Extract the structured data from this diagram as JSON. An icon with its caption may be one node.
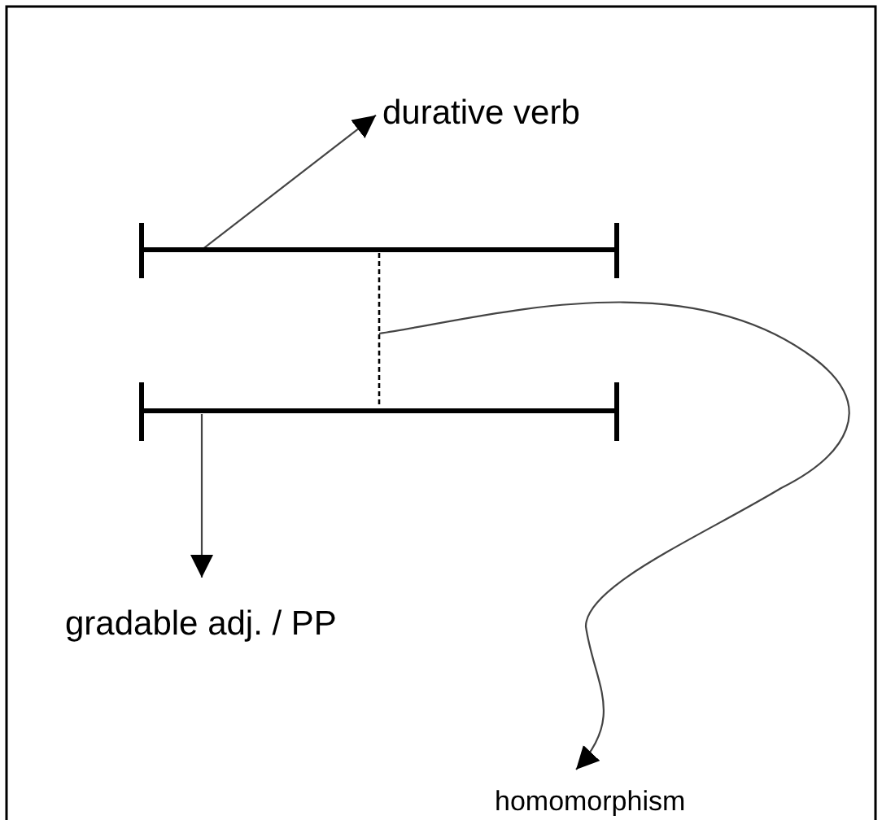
{
  "diagram": {
    "nodes": [
      {
        "text": [
          "durative verb"
        ]
      },
      {
        "text": [],
        "shape": "bar"
      },
      {
        "text": [],
        "shape": "bar"
      },
      {
        "text": [
          "gradable adj. / PP"
        ]
      },
      {
        "text": [
          "homomorphism"
        ]
      }
    ],
    "edges": [
      {
        "from": 1,
        "to": 0,
        "arrow": "to"
      },
      {
        "from": 2,
        "to": 3,
        "arrow": "to"
      },
      {
        "from": 1,
        "to": 2,
        "arrow": "none",
        "style": "dashed"
      },
      {
        "from": null,
        "to": 4,
        "arrow": "to"
      }
    ]
  }
}
